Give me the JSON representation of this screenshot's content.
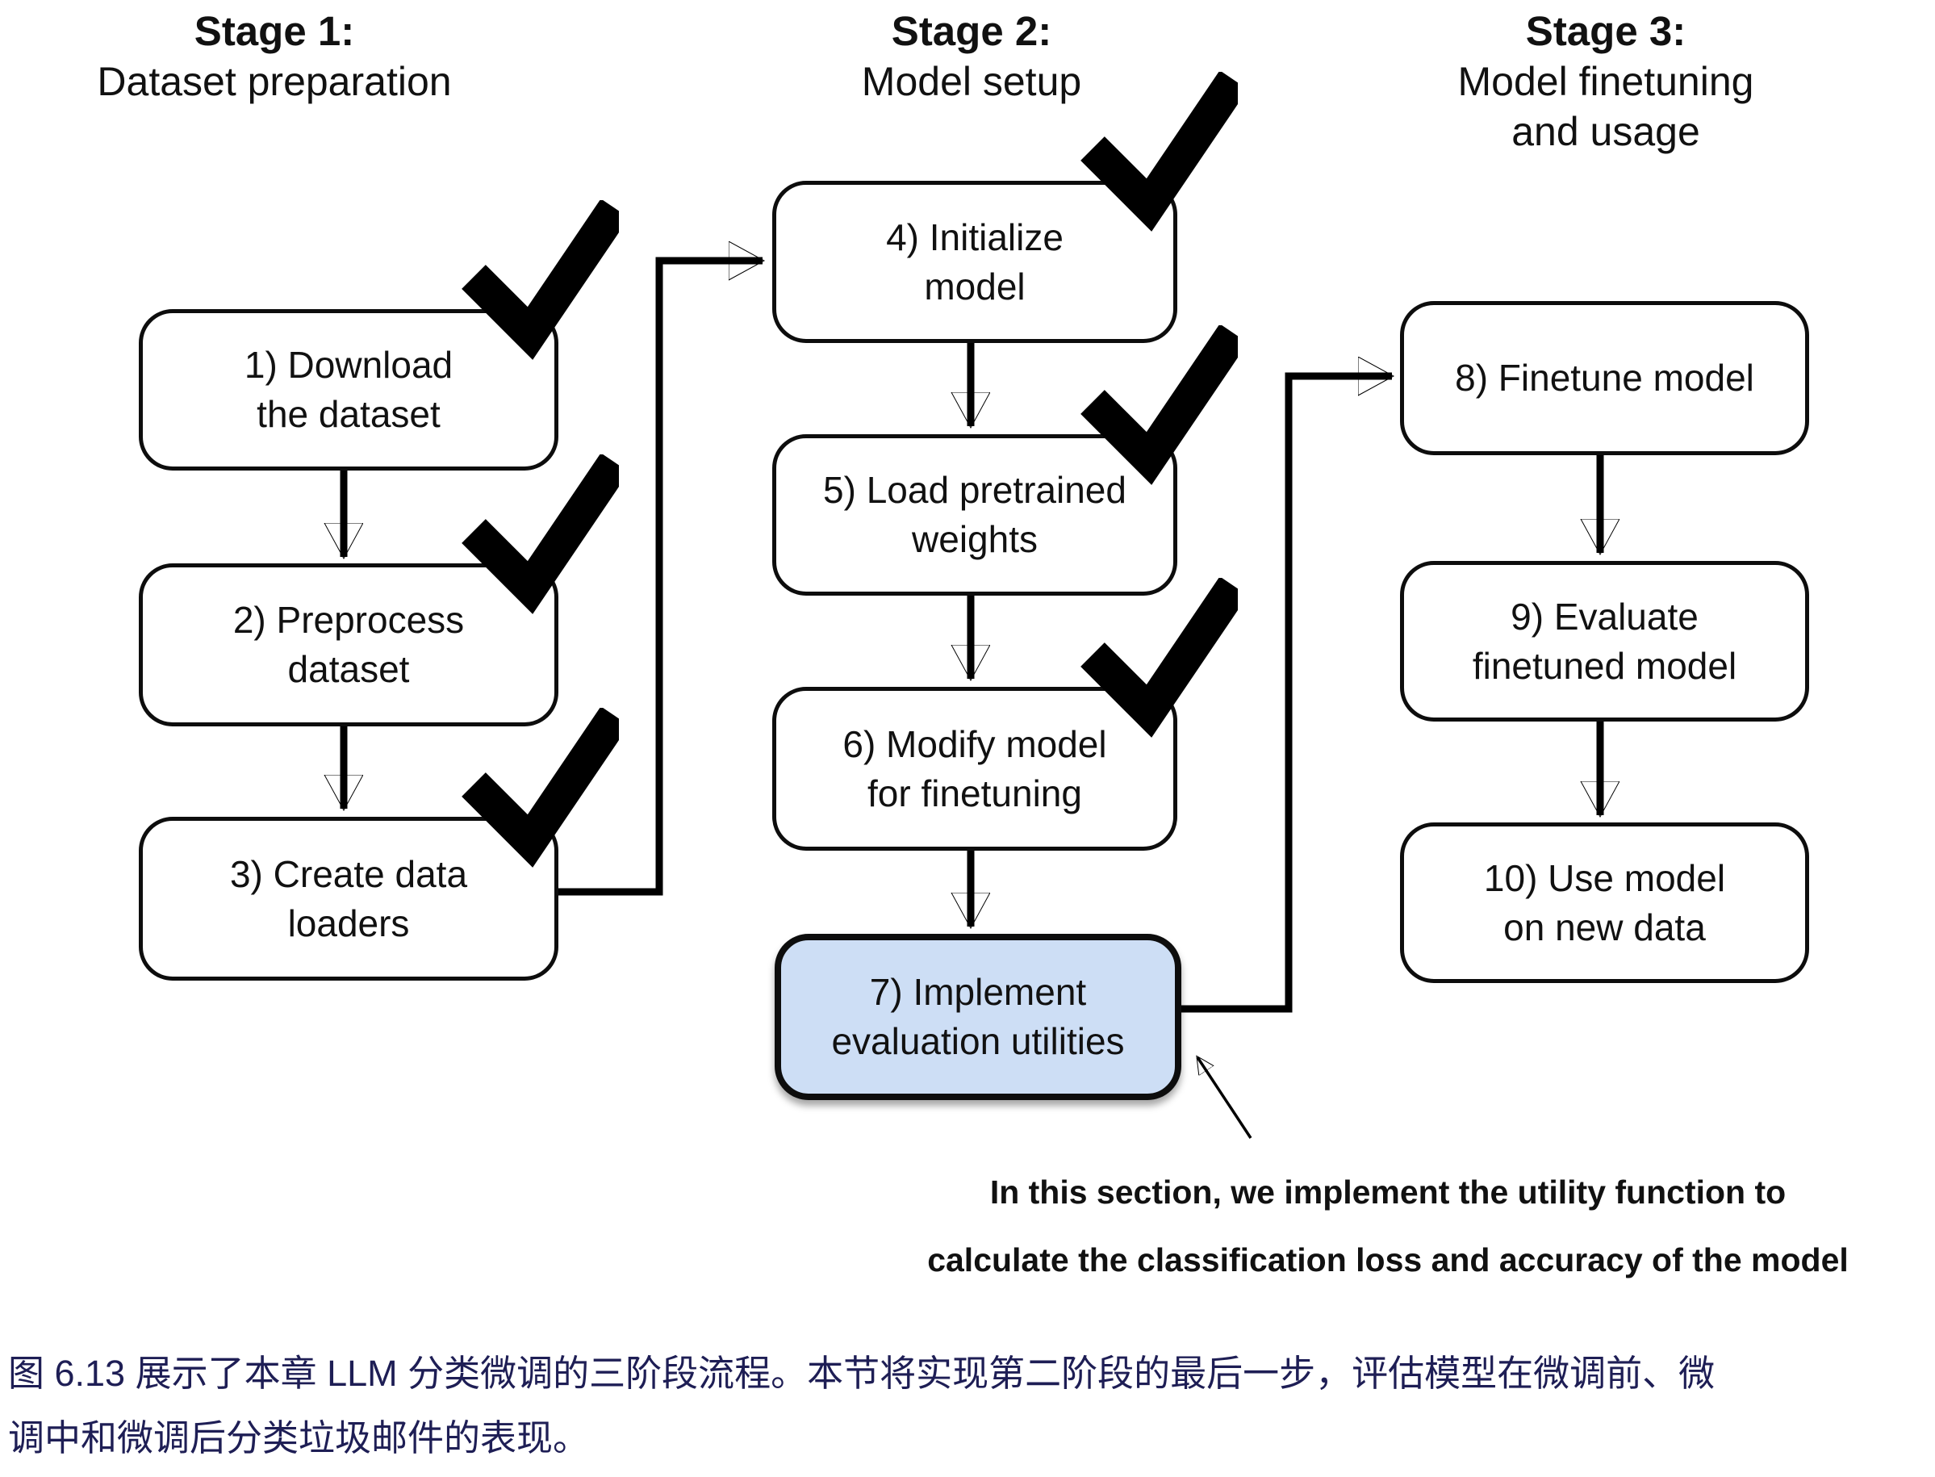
{
  "figure": {
    "type": "flowchart",
    "stages": [
      {
        "title": "Stage 1:",
        "subtitle": "Dataset preparation",
        "boxes": [
          {
            "text": "1) Download\nthe dataset",
            "checked": true,
            "highlight": false
          },
          {
            "text": "2) Preprocess\ndataset",
            "checked": true,
            "highlight": false
          },
          {
            "text": "3) Create data\nloaders",
            "checked": true,
            "highlight": false
          }
        ]
      },
      {
        "title": "Stage 2:",
        "subtitle": "Model setup",
        "boxes": [
          {
            "text": "4) Initialize\nmodel",
            "checked": true,
            "highlight": false
          },
          {
            "text": "5) Load pretrained\nweights",
            "checked": true,
            "highlight": false
          },
          {
            "text": "6) Modify model\nfor finetuning",
            "checked": true,
            "highlight": false
          },
          {
            "text": "7) Implement\nevaluation utilities",
            "checked": false,
            "highlight": true
          }
        ]
      },
      {
        "title": "Stage 3:",
        "subtitle": "Model finetuning\nand usage",
        "boxes": [
          {
            "text": "8) Finetune model",
            "checked": false,
            "highlight": false
          },
          {
            "text": "9) Evaluate\nfinetuned model",
            "checked": false,
            "highlight": false
          },
          {
            "text": "10) Use model\non new data",
            "checked": false,
            "highlight": false
          }
        ]
      }
    ],
    "annotation": {
      "line1": "In this section, we implement the utility function to",
      "line2": "calculate the classification loss and accuracy of the model"
    }
  },
  "caption": {
    "line1": "图 6.13 展示了本章 LLM 分类微调的三阶段流程。本节将实现第二阶段的最后一步，评估模型在微调前、微",
    "line2": "调中和微调后分类垃圾邮件的表现。"
  },
  "colors": {
    "highlight_fill": "#cddef5",
    "line_color": "#000000",
    "caption_text": "#1e1e55"
  }
}
